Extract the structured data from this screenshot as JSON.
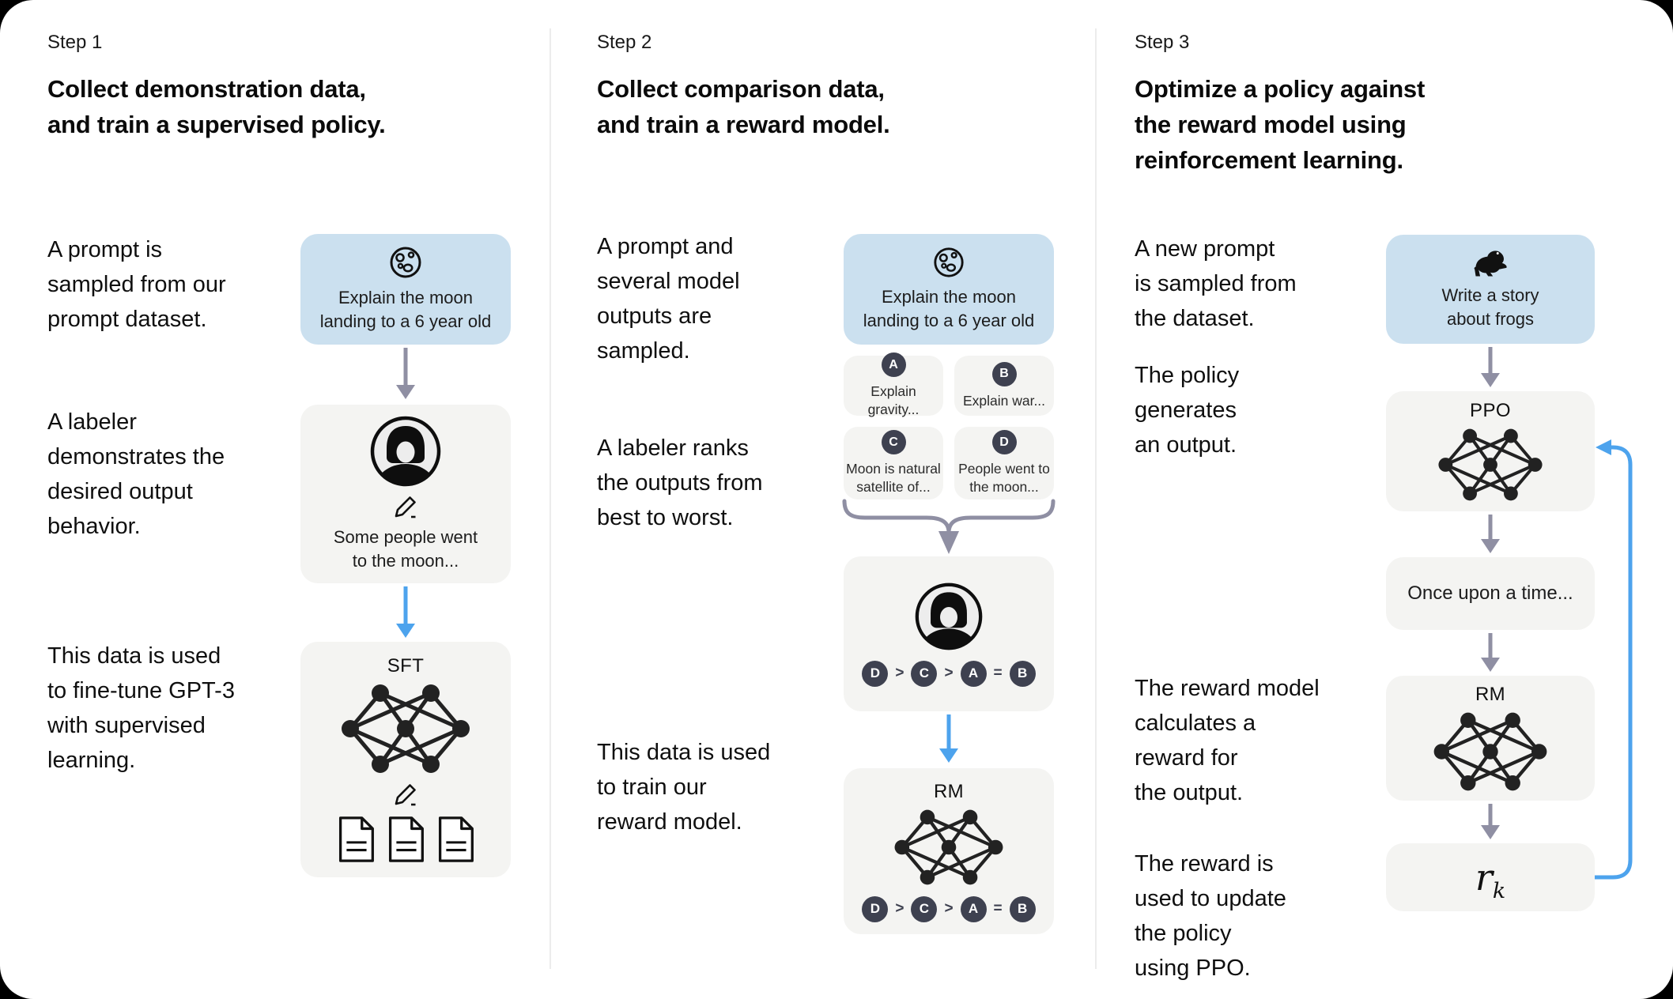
{
  "colors": {
    "background": "#000000",
    "canvas": "#ffffff",
    "prompt_box_blue": "#cbe0ef",
    "process_box_gray": "#f4f4f2",
    "arrow_gray": "#8f8fa3",
    "arrow_blue": "#4da3ed",
    "badge_dark": "#3e4150"
  },
  "step1": {
    "label": "Step 1",
    "title": "Collect demonstration data,\nand train a supervised policy.",
    "caption_prompt": "A prompt is\nsampled from our\nprompt dataset.",
    "caption_labeler": "A labeler\ndemonstrates the\ndesired output\nbehavior.",
    "caption_data": "This data is used\nto fine-tune GPT-3\nwith supervised\nlearning.",
    "prompt_box": {
      "icon": "moon-icon",
      "text": "Explain the moon\nlanding to a 6 year old"
    },
    "labeler_box": {
      "icon": "labeler-avatar-icon, pencil-icon",
      "text": "Some people went\nto the moon..."
    },
    "model_box": {
      "name": "SFT",
      "icons": "network-icon, pencil-icon, document-icon x3"
    }
  },
  "step2": {
    "label": "Step 2",
    "title": "Collect comparison data,\nand train a reward model.",
    "caption_prompt": "A prompt and\nseveral model\noutputs are\nsampled.",
    "caption_rank": "A labeler ranks\nthe outputs from\nbest to worst.",
    "caption_data": "This data is used\nto train our\nreward model.",
    "prompt_box": {
      "icon": "moon-icon",
      "text": "Explain the moon\nlanding to a 6 year old"
    },
    "outputs": [
      {
        "id": "A",
        "text": "Explain gravity..."
      },
      {
        "id": "B",
        "text": "Explain war..."
      },
      {
        "id": "C",
        "text": "Moon is natural\nsatellite of..."
      },
      {
        "id": "D",
        "text": "People went to\nthe moon..."
      }
    ],
    "ranking": {
      "items": [
        "D",
        "C",
        "A",
        "B"
      ],
      "separators": [
        ">",
        ">",
        "="
      ]
    },
    "model_box": {
      "name": "RM",
      "icons": "network-icon"
    }
  },
  "step3": {
    "label": "Step 3",
    "title": "Optimize a policy against\nthe reward model using\nreinforcement learning.",
    "caption_prompt": "A new prompt\nis sampled from\nthe dataset.",
    "caption_policy": "The policy\ngenerates\nan output.",
    "caption_reward": "The reward model\ncalculates a\nreward for\nthe output.",
    "caption_update": "The reward is\nused to update\nthe policy\nusing PPO.",
    "prompt_box": {
      "icon": "frog-icon",
      "text": "Write a story\nabout frogs"
    },
    "policy_box": {
      "name": "PPO",
      "icons": "network-icon"
    },
    "output_box": {
      "text": "Once upon a time..."
    },
    "reward_box": {
      "name": "RM",
      "icons": "network-icon"
    },
    "reward_value": {
      "base": "r",
      "sub": "k"
    }
  }
}
